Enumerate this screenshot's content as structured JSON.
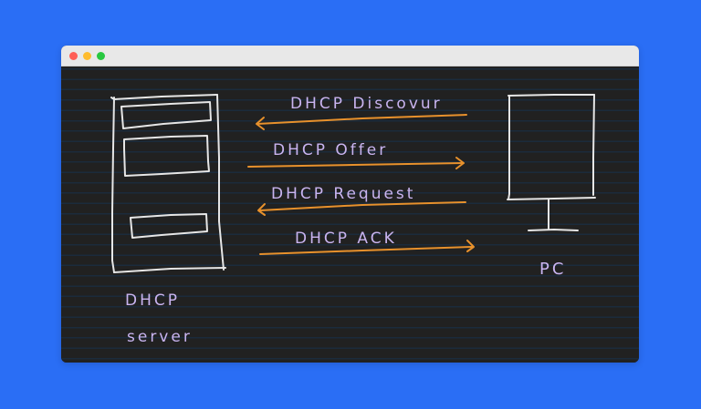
{
  "window": {
    "controls": [
      {
        "name": "close",
        "color": "#ff5f57"
      },
      {
        "name": "minimize",
        "color": "#febc2e"
      },
      {
        "name": "maximize",
        "color": "#28c840"
      }
    ]
  },
  "diagram": {
    "colors": {
      "background": "#2a6ef5",
      "canvas": "#212121",
      "ruled_line": "#1b2b3c",
      "stroke": "#e6e6e6",
      "arrow": "#e8912c",
      "text": "#c9b4f0"
    },
    "server": {
      "label_line1": "DHCP",
      "label_line2": "server"
    },
    "client": {
      "label": "PC"
    },
    "messages": [
      {
        "label": "DHCP Discover",
        "text_as_written": "DHCP Discovur",
        "direction": "client-to-server"
      },
      {
        "label": "DHCP Offer",
        "text_as_written": "DHCP Offer",
        "direction": "server-to-client"
      },
      {
        "label": "DHCP Request",
        "text_as_written": "DHCP Request",
        "direction": "client-to-server"
      },
      {
        "label": "DHCP ACK",
        "text_as_written": "DHCP ACK",
        "direction": "server-to-client"
      }
    ]
  }
}
